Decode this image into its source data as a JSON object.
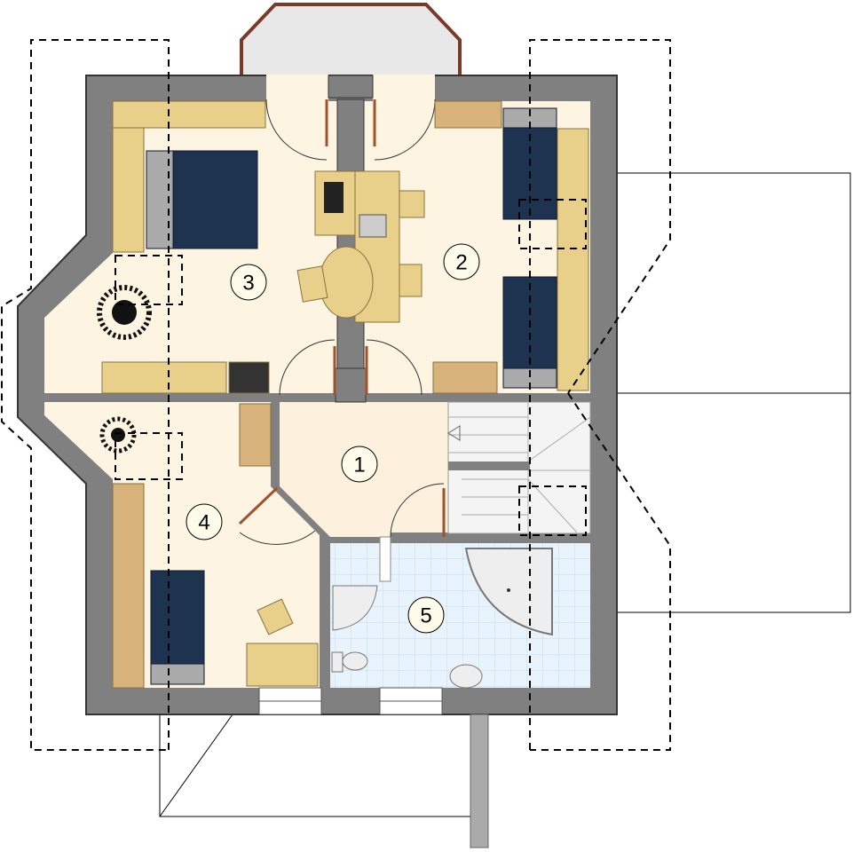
{
  "plan": {
    "rooms": [
      {
        "id": "room-1",
        "label": "1"
      },
      {
        "id": "room-2",
        "label": "2"
      },
      {
        "id": "room-3",
        "label": "3"
      },
      {
        "id": "room-4",
        "label": "4"
      },
      {
        "id": "room-5",
        "label": "5"
      }
    ]
  },
  "colors": {
    "wall": "#808080",
    "floor": "#fdf5e2",
    "bathroom": "#e6f1fb",
    "furniture": "#e8cf8a",
    "bed": "#1e3350",
    "bay": "#7a3a2a"
  }
}
